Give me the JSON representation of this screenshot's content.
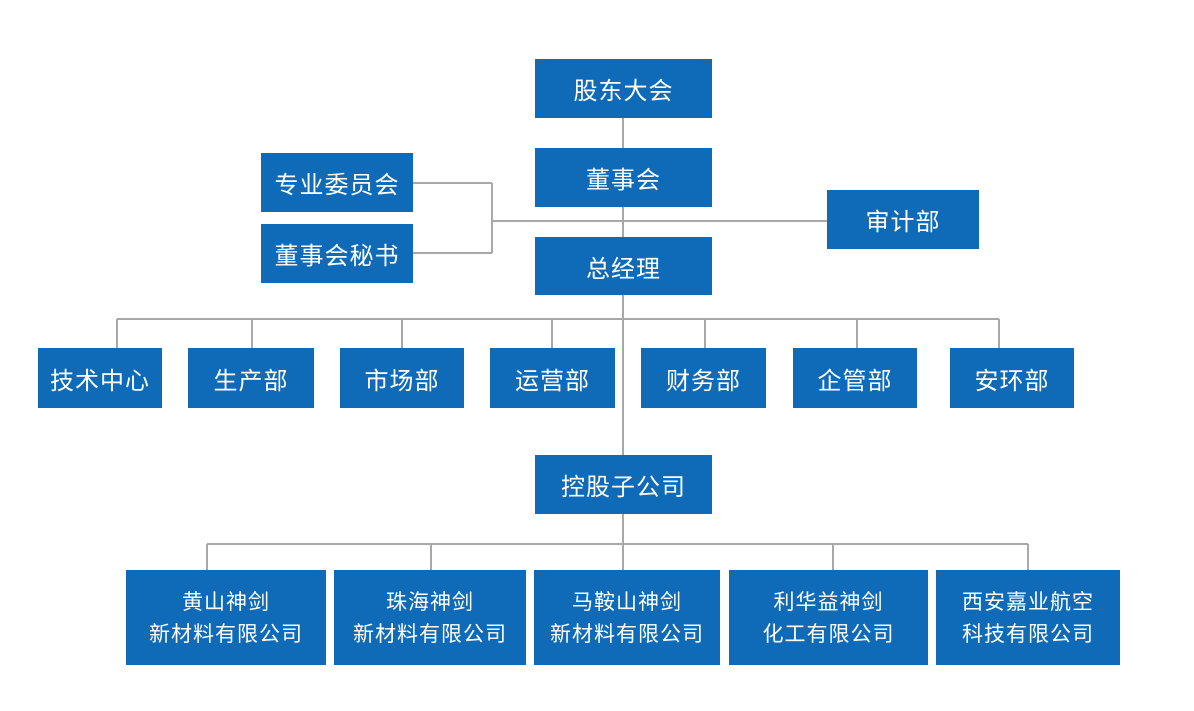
{
  "colors": {
    "box": "#0f6bb8",
    "text": "#ffffff",
    "connector": "#a8a8a8",
    "background": "#ffffff"
  },
  "org": {
    "shareholders": "股东大会",
    "board": "董事会",
    "committees": "专业委员会",
    "board_secretary": "董事会秘书",
    "audit": "审计部",
    "general_manager": "总经理",
    "departments": [
      "技术中心",
      "生产部",
      "市场部",
      "运营部",
      "财务部",
      "企管部",
      "安环部"
    ],
    "holding_subsidiaries": "控股子公司",
    "subsidiaries": [
      {
        "line1": "黄山神剑",
        "line2": "新材料有限公司"
      },
      {
        "line1": "珠海神剑",
        "line2": "新材料有限公司"
      },
      {
        "line1": "马鞍山神剑",
        "line2": "新材料有限公司"
      },
      {
        "line1": "利华益神剑",
        "line2": "化工有限公司"
      },
      {
        "line1": "西安嘉业航空",
        "line2": "科技有限公司"
      }
    ]
  }
}
